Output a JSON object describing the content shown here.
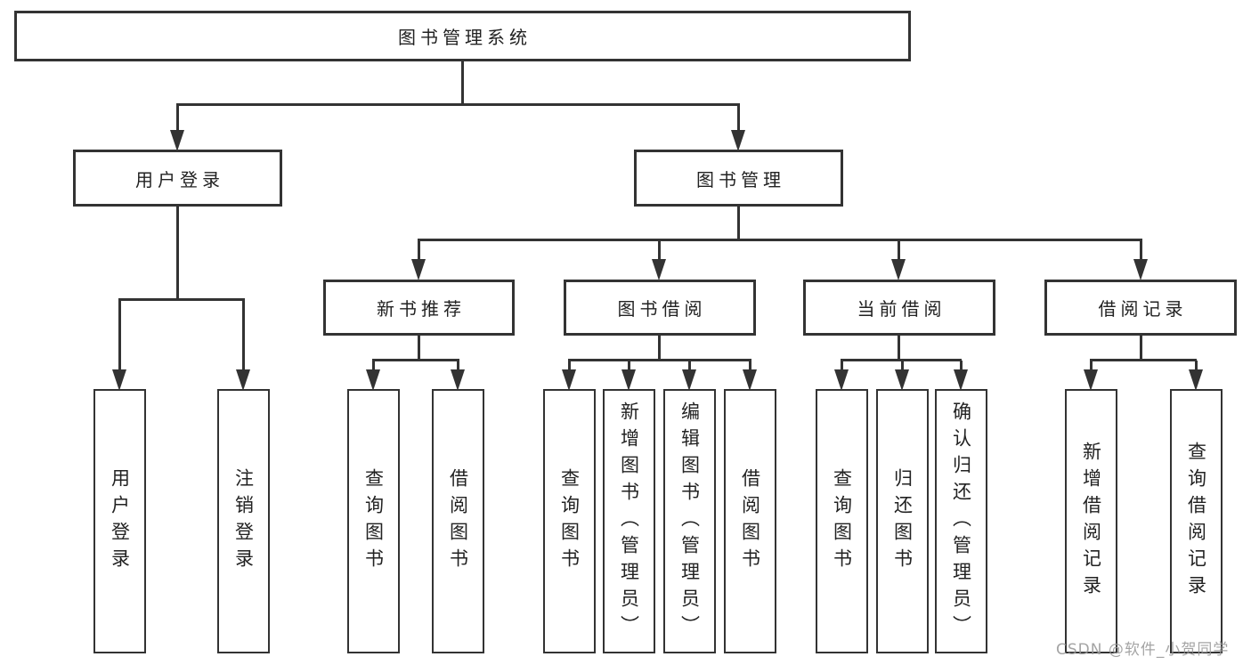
{
  "nodes": {
    "root": "图书管理系统",
    "user_login": "用户登录",
    "book_manage": "图书管理",
    "new_book": "新书推荐",
    "book_borrow": "图书借阅",
    "current_borrow": "当前借阅",
    "borrow_record": "借阅记录"
  },
  "leaves": {
    "user_login": [
      "用户登录",
      "注销登录"
    ],
    "new_book": [
      "查询图书",
      "借阅图书"
    ],
    "book_borrow": [
      "查询图书",
      "新增图书（管理员）",
      "编辑图书（管理员）",
      "借阅图书"
    ],
    "current_borrow": [
      "查询图书",
      "归还图书",
      "确认归还（管理员）"
    ],
    "borrow_record": [
      "新增借阅记录",
      "查询借阅记录"
    ]
  },
  "watermark": "CSDN @软件_小贺同学",
  "colors": {
    "line": "#333333",
    "text": "#222222",
    "watermark": "#989898",
    "background": "#ffffff"
  }
}
